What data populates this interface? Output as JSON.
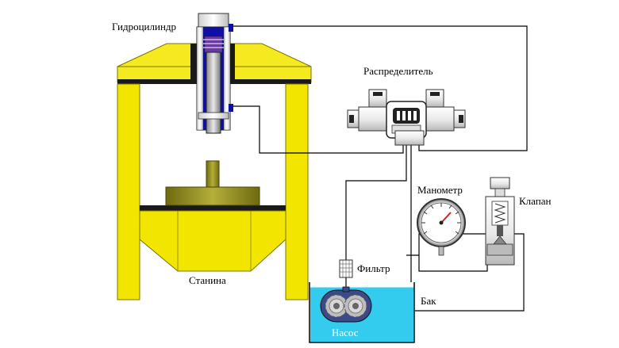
{
  "labels": {
    "cylinder": "Гидроцилиндр",
    "distributor": "Распределитель",
    "manometer": "Манометр",
    "valve": "Клапан",
    "filter": "Фильтр",
    "frame": "Станина",
    "tank": "Бак",
    "pump": "Насос"
  },
  "colors": {
    "frame": "#f2e600",
    "frame_beam": "#f5ea20",
    "frame_dark": "#1a1a1a",
    "piston_blue": "#0f0fa8",
    "spring_purple": "#6a3aa0",
    "die_olive": "#9b951e",
    "tank_water": "#33ccee",
    "pump_body": "#3a4a8a",
    "metal_light": "#f4f4f4",
    "metal_mid": "#c8c8c8",
    "gauge_needle": "#cc2222"
  },
  "icons": [
    "gear-icon",
    "gauge-icon"
  ]
}
